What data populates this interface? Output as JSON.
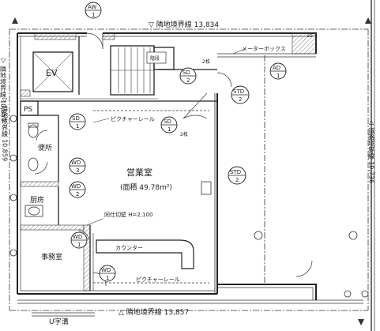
{
  "labels": {
    "boundary_top": "▽ 隣地境界線  13,834",
    "boundary_bottom": "△ 隣地境界線  13,857",
    "boundary_left": "▽ 隣地境界線  10,859",
    "boundary_right": "△ 道路境界線  10,736",
    "mailbox": "メーターボックス",
    "dim_10": "10",
    "ev": "EV",
    "stair_label": "階段",
    "ps": "PS",
    "toilet": "便所",
    "kitchen": "厨房",
    "office": "事務室",
    "sales_room": "営業室",
    "sales_area": "(面積 49.78m²)",
    "picture_rail_top": "ピクチャーレール",
    "picture_rail_bottom": "ピクチャーレール",
    "fire_door": "同仕切壁 H=2,100",
    "counter": "カウンター",
    "sd2_note": "2枚",
    "sd1_note": "2枚",
    "u_gutter": "U字溝"
  },
  "tags": {
    "aw": {
      "top": "AW",
      "bottom": "1"
    },
    "ad": {
      "top": "AD",
      "bottom": "1"
    },
    "sd2": {
      "top": "SD",
      "bottom": "2"
    },
    "sd1a": {
      "top": "SD",
      "bottom": "1"
    },
    "sd1b": {
      "top": "SD",
      "bottom": "1"
    },
    "std2a": {
      "top": "STD",
      "bottom": "2"
    },
    "std2b": {
      "top": "STD",
      "bottom": "2"
    },
    "wd3": {
      "top": "WD",
      "bottom": "3"
    },
    "wd2": {
      "top": "WD",
      "bottom": "2"
    },
    "wd1a": {
      "top": "WD",
      "bottom": "1"
    },
    "wd1b": {
      "top": "WD",
      "bottom": "1"
    }
  },
  "colors": {
    "ink": "#2a2a2a",
    "paper": "#ffffff",
    "wall_fill": "#e8e8e8"
  }
}
